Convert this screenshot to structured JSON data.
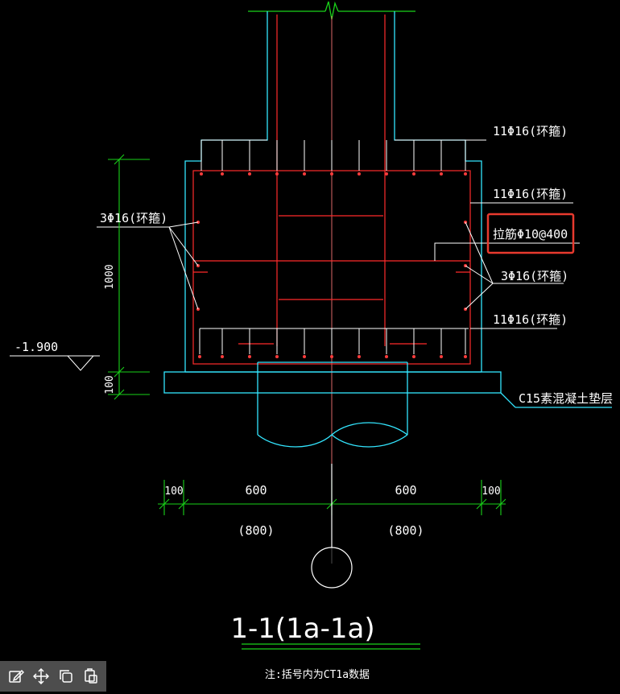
{
  "annotations": {
    "top_rebar": "11Φ16(环箍)",
    "side_rebar_upper": "11Φ16(环箍)",
    "tie_bar": "拉筋Φ10@400",
    "left_rebar": "3Φ16(环箍)",
    "right_rebar": "3Φ16(环箍)",
    "bottom_rebar": "11Φ16(环箍)",
    "cushion_layer": "C15素混凝土垫层",
    "elevation": "-1.900",
    "height_dim": "1000",
    "cushion_dim": "100"
  },
  "dimensions": {
    "left_edge": "100",
    "left_span": "600",
    "right_span": "600",
    "right_edge": "100",
    "left_span_alt": "(800)",
    "right_span_alt": "(800)"
  },
  "section_title": "1-1(1a-1a)",
  "note": "注:括号内为CT1a数据",
  "highlight_color": "#e83a2e",
  "toolbar": {
    "items": [
      "edit-icon",
      "move-icon",
      "copy-icon",
      "paste-icon"
    ]
  }
}
